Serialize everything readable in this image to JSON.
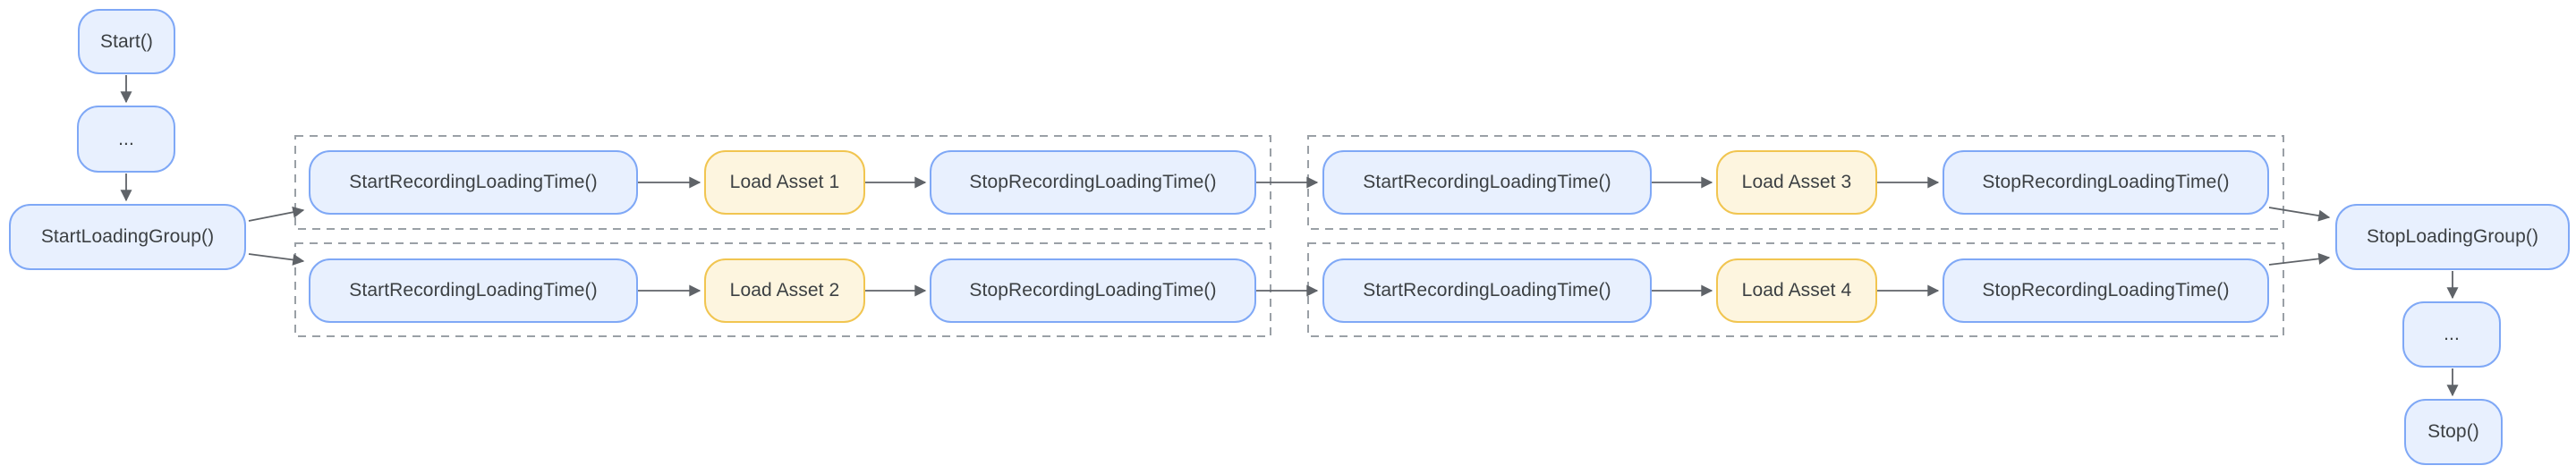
{
  "diagram": {
    "colors": {
      "background": "#FFFFFF",
      "node_fill_blue": "#E8F0FE",
      "node_border_blue": "#7FA8F6",
      "node_fill_yellow": "#FDF5DF",
      "node_border_yellow": "#F1C550",
      "text": "#3C4043",
      "arrow": "#5F6368",
      "group_dashed_border": "#9AA0A6"
    },
    "nodes": {
      "start": {
        "label": "Start()"
      },
      "ellipsis_top": {
        "label": "..."
      },
      "start_loading_group": {
        "label": "StartLoadingGroup()"
      },
      "group1_row1_start": {
        "label": "StartRecordingLoadingTime()"
      },
      "group1_row1_load": {
        "label": "Load Asset 1"
      },
      "group1_row1_stop": {
        "label": "StopRecordingLoadingTime()"
      },
      "group1_row2_start": {
        "label": "StartRecordingLoadingTime()"
      },
      "group1_row2_load": {
        "label": "Load Asset 2"
      },
      "group1_row2_stop": {
        "label": "StopRecordingLoadingTime()"
      },
      "group2_row1_start": {
        "label": "StartRecordingLoadingTime()"
      },
      "group2_row1_load": {
        "label": "Load Asset 3"
      },
      "group2_row1_stop": {
        "label": "StopRecordingLoadingTime()"
      },
      "group2_row2_start": {
        "label": "StartRecordingLoadingTime()"
      },
      "group2_row2_load": {
        "label": "Load Asset 4"
      },
      "group2_row2_stop": {
        "label": "StopRecordingLoadingTime()"
      },
      "stop_loading_group": {
        "label": "StopLoadingGroup()"
      },
      "ellipsis_bottom": {
        "label": "..."
      },
      "stop": {
        "label": "Stop()"
      }
    }
  }
}
